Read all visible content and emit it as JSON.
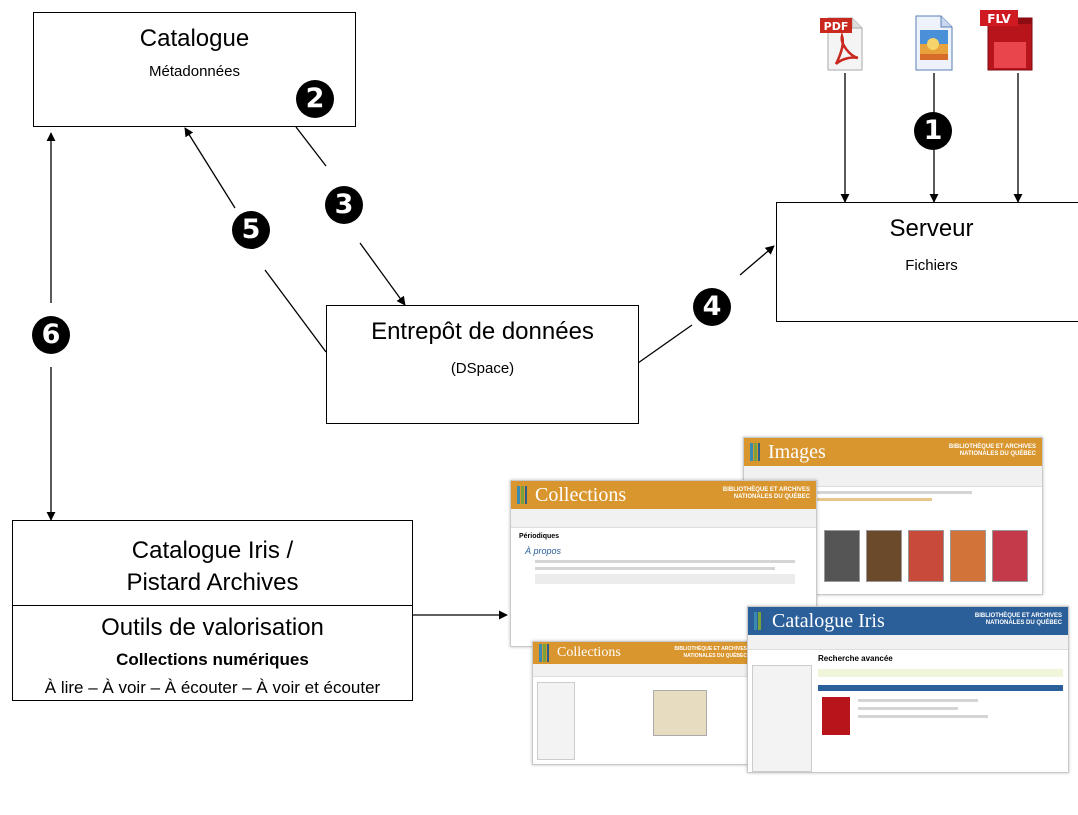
{
  "catalogue": {
    "title": "Catalogue",
    "subtitle": "Métadonnées"
  },
  "serveur": {
    "title": "Serveur",
    "subtitle": "Fichiers"
  },
  "entrepot": {
    "title": "Entrepôt de données",
    "subtitle": "(DSpace)"
  },
  "iris": {
    "title_line1": "Catalogue Iris /",
    "title_line2": "Pistard Archives",
    "tools_title": "Outils de valorisation",
    "collections": "Collections numériques",
    "media": "À lire – À voir – À écouter – À voir et écouter"
  },
  "steps": [
    "1",
    "2",
    "3",
    "4",
    "5",
    "6"
  ],
  "file_icons": [
    {
      "name": "pdf-icon",
      "label": "PDF"
    },
    {
      "name": "image-file-icon",
      "label": ""
    },
    {
      "name": "flv-icon",
      "label": "FLV"
    }
  ],
  "screenshots": {
    "images": {
      "title": "Images",
      "brand_line1": "BIBLIOTHÈQUE ET ARCHIVES",
      "brand_line2": "NATIONALES DU QUÉBEC"
    },
    "collections": {
      "title": "Collections",
      "brand_line1": "BIBLIOTHÈQUE ET ARCHIVES",
      "brand_line2": "NATIONALES DU QUÉBEC",
      "section": "Périodiques",
      "subsection": "À propos"
    },
    "collections_small": {
      "title": "Collections",
      "brand_line1": "BIBLIOTHÈQUE ET ARCHIVES",
      "brand_line2": "NATIONALES DU QUÉBEC"
    },
    "iris": {
      "title": "Catalogue Iris",
      "brand_line1": "BIBLIOTHÈQUE ET ARCHIVES",
      "brand_line2": "NATIONALES DU QUÉBEC",
      "search": "Recherche avancée"
    }
  },
  "colors": {
    "orange": "#d9962e",
    "blue": "#2b5f9a",
    "arrow": "#000000"
  }
}
